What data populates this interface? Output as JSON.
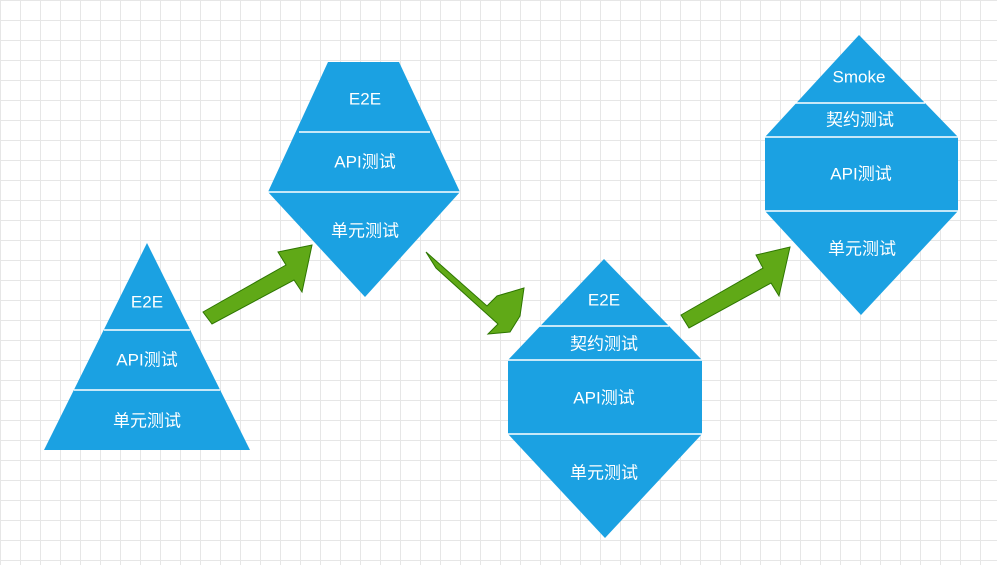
{
  "diagram": {
    "colors": {
      "layer_fill": "#1ba1e2",
      "arrow_fill": "#60a917",
      "arrow_stroke": "#2d7600",
      "text": "#ffffff",
      "grid": "#e6e6e6"
    },
    "stage1": {
      "layers": [
        "E2E",
        "API测试",
        "单元测试"
      ]
    },
    "stage2": {
      "layers": [
        "E2E",
        "API测试",
        "单元测试"
      ]
    },
    "stage3": {
      "layers": [
        "E2E",
        "契约测试",
        "API测试",
        "单元测试"
      ]
    },
    "stage4": {
      "layers": [
        "Smoke",
        "契约测试",
        "API测试",
        "单元测试"
      ]
    }
  }
}
